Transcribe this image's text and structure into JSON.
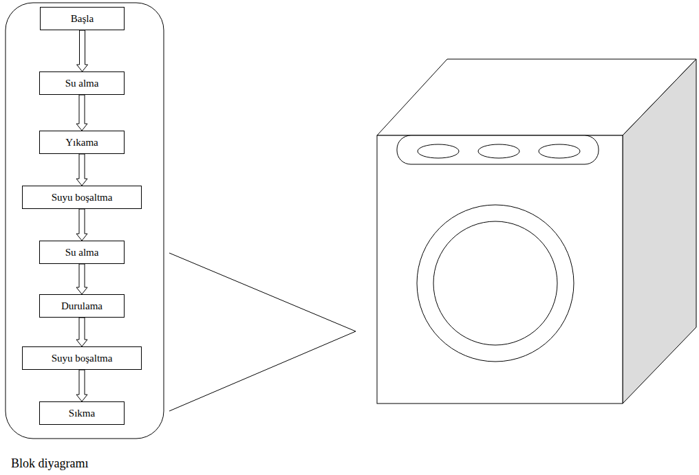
{
  "diagram": {
    "caption": "Blok diyagramı",
    "nodes": [
      {
        "text": [
          "Başla"
        ]
      },
      {
        "text": [
          "Su alma"
        ]
      },
      {
        "text": [
          "Yıkama"
        ]
      },
      {
        "text": [
          "Suyu boşaltma"
        ]
      },
      {
        "text": [
          "Su alma"
        ]
      },
      {
        "text": [
          "Durulama"
        ]
      },
      {
        "text": [
          "Suyu boşaltma"
        ]
      },
      {
        "text": [
          "Sıkma"
        ]
      }
    ],
    "edges": [
      {
        "from": 0,
        "to": 1,
        "arrow": "to"
      },
      {
        "from": 1,
        "to": 2,
        "arrow": "to"
      },
      {
        "from": 2,
        "to": 3,
        "arrow": "to"
      },
      {
        "from": 3,
        "to": 4,
        "arrow": "to"
      },
      {
        "from": 4,
        "to": 5,
        "arrow": "to"
      },
      {
        "from": 5,
        "to": 6,
        "arrow": "to"
      },
      {
        "from": 6,
        "to": 7,
        "arrow": "to"
      }
    ]
  }
}
